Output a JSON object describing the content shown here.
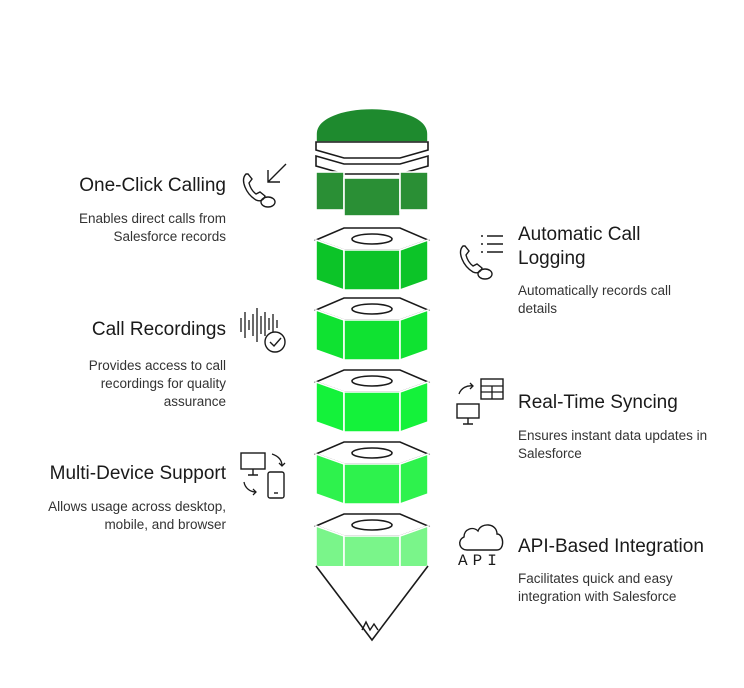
{
  "colors": {
    "cap_dark": "#1e8a2e",
    "band_dark": "#2a8f35",
    "tier_colors": [
      "#0cc428",
      "#0fe231",
      "#14f23a",
      "#2ef24d",
      "#7af58a"
    ],
    "outline": "#ffffff",
    "stroke": "#1a1a1a"
  },
  "features": [
    {
      "title": "One-Click Calling",
      "description": "Enables direct calls from Salesforce records",
      "icon": "phone-incoming-icon",
      "side": "left"
    },
    {
      "title": "Automatic Call Logging",
      "description": "Automatically records call details",
      "icon": "phone-log-icon",
      "side": "right"
    },
    {
      "title": "Call Recordings",
      "description": "Provides access to call recordings for quality assurance",
      "icon": "waveform-check-icon",
      "side": "left"
    },
    {
      "title": "Real-Time Syncing",
      "description": "Ensures instant data updates in Salesforce",
      "icon": "sync-devices-icon",
      "side": "right"
    },
    {
      "title": "Multi-Device Support",
      "description": "Allows usage across desktop, mobile, and browser",
      "icon": "multi-device-icon",
      "side": "left"
    },
    {
      "title": "API-Based Integration",
      "description": "Facilitates quick and easy integration with Salesforce",
      "icon": "cloud-api-icon",
      "side": "right"
    }
  ],
  "api_icon_text": "API"
}
